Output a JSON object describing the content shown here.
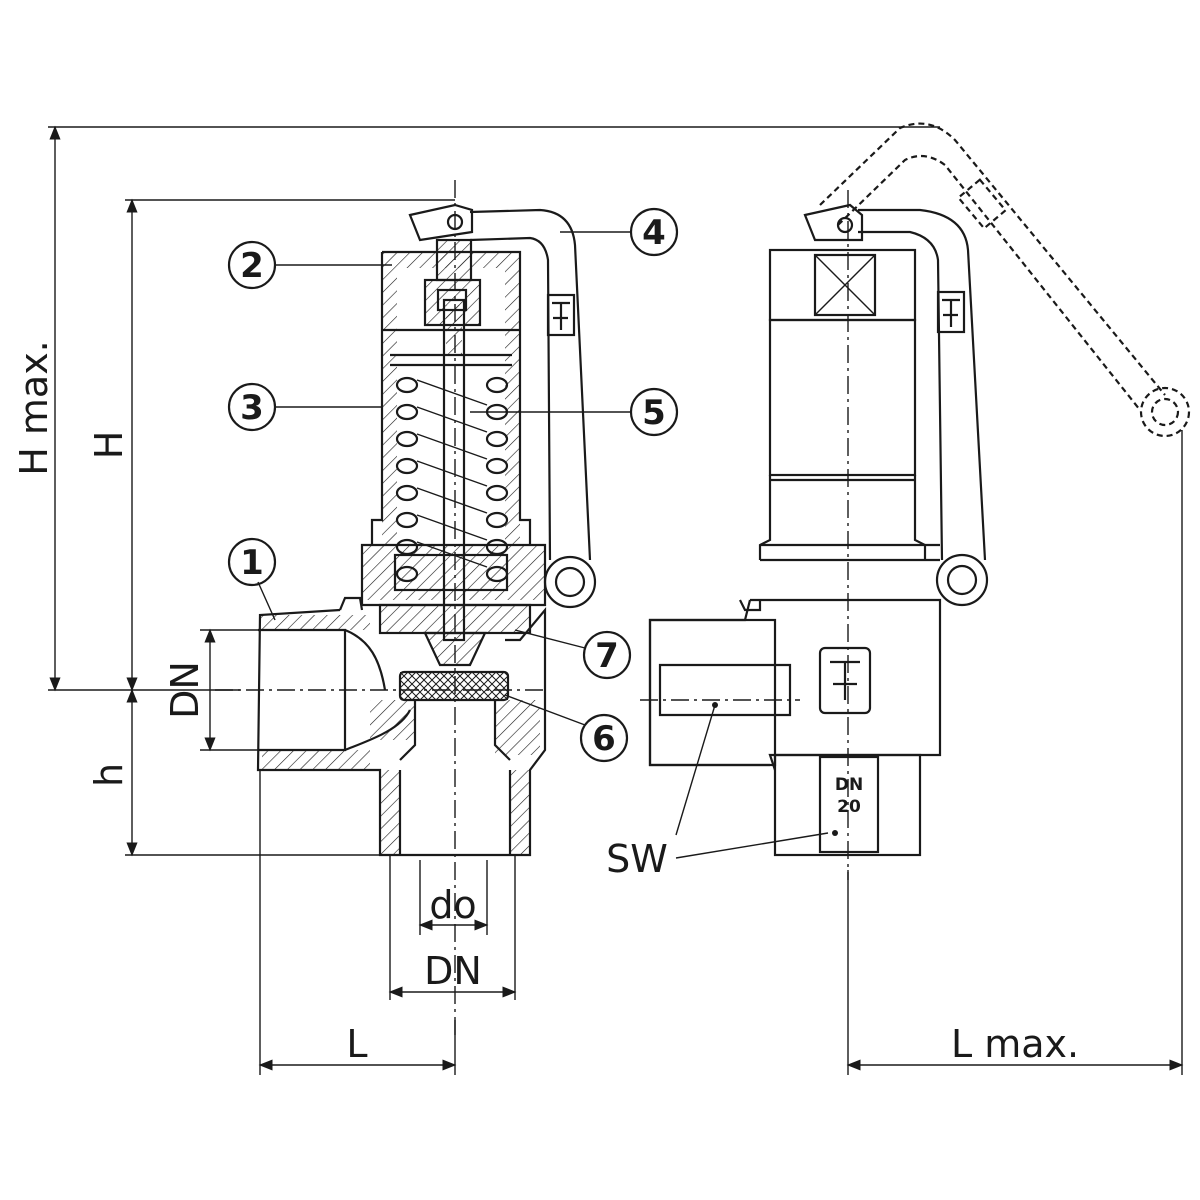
{
  "dimensions": {
    "h_max": "H max.",
    "h": "H",
    "dn_side": "DN",
    "small_h": "h",
    "do": "do",
    "dn_bottom": "DN",
    "l": "L",
    "l_max": "L max.",
    "sw": "SW"
  },
  "callouts": [
    "1",
    "2",
    "3",
    "4",
    "5",
    "6",
    "7"
  ],
  "nameplate": {
    "line1": "DN",
    "line2": "20"
  },
  "logo_icon": "valve-manufacturer-logo-icon"
}
